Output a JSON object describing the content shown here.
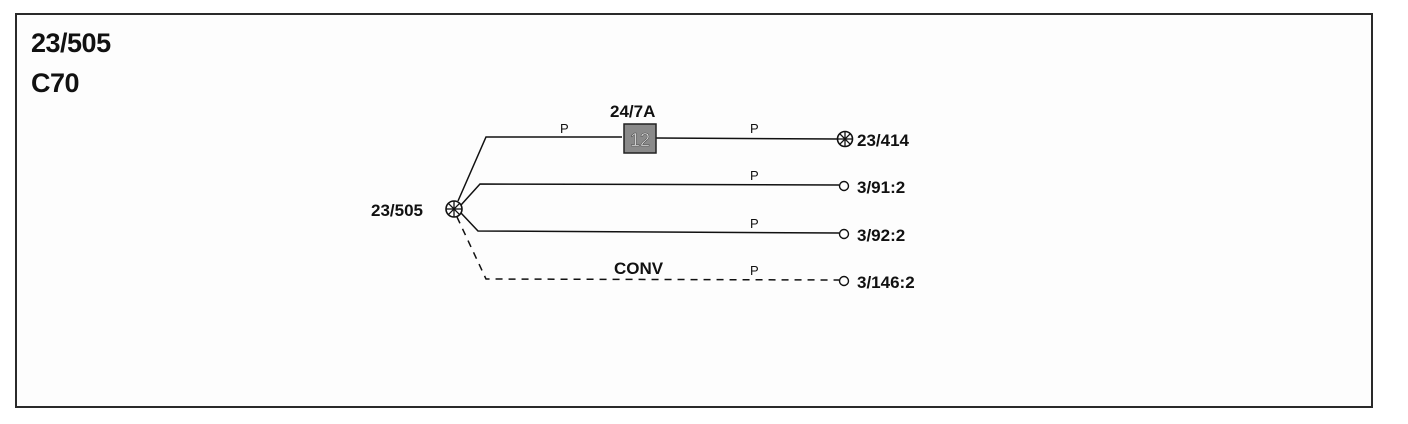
{
  "header": {
    "code": "23/505",
    "model": "C70"
  },
  "diagram": {
    "source_splice": "23/505",
    "fuse": {
      "label": "24/7A",
      "number": "12"
    },
    "wires": [
      {
        "color_code": "P",
        "pre_fuse_color_code": "P",
        "end_label": "23/414",
        "style": "solid",
        "terminal": "splice"
      },
      {
        "color_code": "P",
        "end_label": "3/91:2",
        "style": "solid",
        "terminal": "connector"
      },
      {
        "color_code": "P",
        "end_label": "3/92:2",
        "style": "solid",
        "terminal": "connector"
      },
      {
        "color_code": "P",
        "end_label": "3/146:2",
        "style": "dashed",
        "terminal": "connector",
        "note": "CONV"
      }
    ],
    "colors": {
      "line": "#111111",
      "fuse_fill": "#8a8a8a"
    }
  }
}
